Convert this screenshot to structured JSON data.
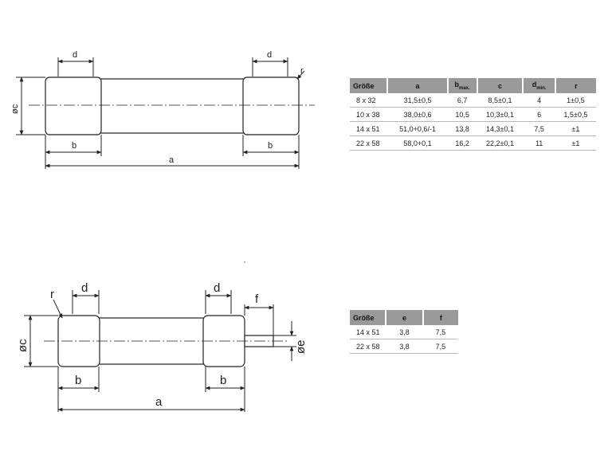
{
  "drawing1": {
    "labels": {
      "d_left": "d",
      "d_right": "d",
      "r": "r",
      "oc": "øc",
      "b_left": "b",
      "b_right": "b",
      "a": "a"
    }
  },
  "drawing2": {
    "labels": {
      "d_left": "d",
      "d_right": "d",
      "r": "r",
      "oc": "øc",
      "b_left": "b",
      "b_right": "b",
      "a": "a",
      "f": "f",
      "oe": "øe"
    }
  },
  "table1": {
    "headers": {
      "size": "Größe",
      "a": "a",
      "b": "b",
      "b_sub": "max.",
      "c": "c",
      "d": "d",
      "d_sub": "min.",
      "r": "r"
    },
    "rows": [
      {
        "size": "8 x 32",
        "a": "31,5±0,5",
        "b": "6,7",
        "c": "8,5±0,1",
        "d": "4",
        "r": "1±0,5"
      },
      {
        "size": "10 x 38",
        "a": "38,0±0,6",
        "b": "10,5",
        "c": "10,3±0,1",
        "d": "6",
        "r": "1,5±0,5"
      },
      {
        "size": "14 x 51",
        "a": "51,0+0,6/-1",
        "b": "13,8",
        "c": "14,3±0,1",
        "d": "7,5",
        "r": "±1"
      },
      {
        "size": "22 x 58",
        "a": "58,0+0,1",
        "b": "16,2",
        "c": "22,2±0,1",
        "d": "11",
        "r": "±1"
      }
    ]
  },
  "table2": {
    "headers": {
      "size": "Größe",
      "e": "e",
      "f": "f"
    },
    "rows": [
      {
        "size": "14 x 51",
        "e": "3,8",
        "f": "7,5"
      },
      {
        "size": "22 x 58",
        "e": "3,8",
        "f": "7,5"
      }
    ]
  }
}
